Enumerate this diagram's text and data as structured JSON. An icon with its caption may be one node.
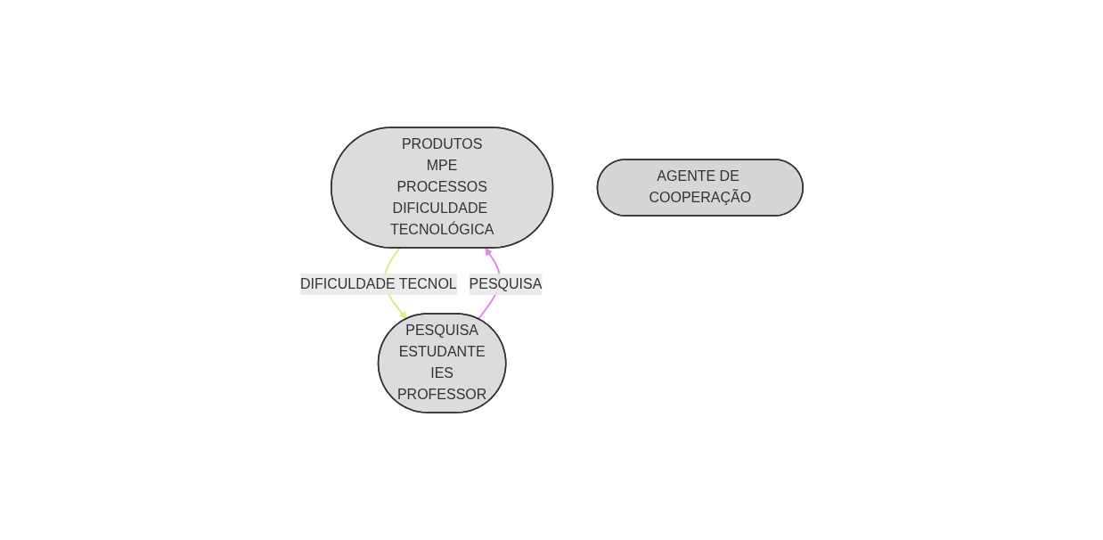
{
  "diagram": {
    "nodes": [
      {
        "text": [
          "PRODUTOS",
          "MPE",
          "PROCESSOS",
          "DIFICULDADE TECNOLÓGICA"
        ]
      },
      {
        "text": [
          "AGENTE DE COOPERAÇÃO"
        ]
      },
      {
        "text": [
          "PESQUISA",
          "ESTUDANTE",
          "IES",
          "PROFESSOR"
        ]
      }
    ],
    "edges": [
      {
        "from": 0,
        "to": 2,
        "arrow": "to",
        "label": "DIFICULDADE TECNOL",
        "color": "#e6e68a"
      },
      {
        "from": 2,
        "to": 0,
        "arrow": "to",
        "label": "PESQUISA",
        "color": "#e08ae0"
      }
    ]
  }
}
